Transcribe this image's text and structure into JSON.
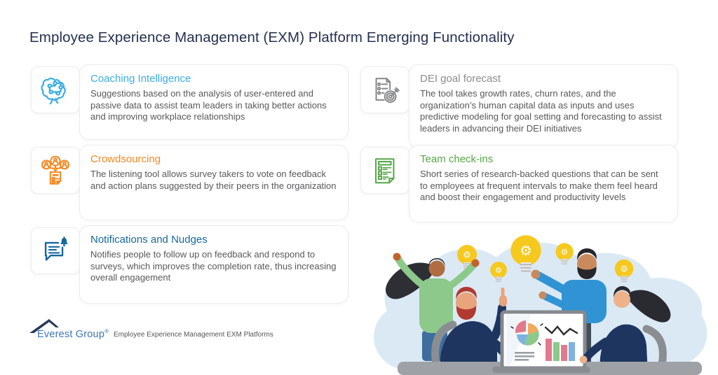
{
  "page": {
    "title": "Employee Experience Management (EXM) Platform Emerging Functionality"
  },
  "cards": [
    {
      "id": "coaching-intelligence",
      "title": "Coaching Intelligence",
      "description": "Suggestions based on the analysis of user-entered and passive data to assist team leaders in taking better actions and improving workplace relationships",
      "accent": "#3AADE4",
      "icon": "brain-circuit-icon"
    },
    {
      "id": "dei-goal-forecast",
      "title": "DEI goal forecast",
      "description": "The tool takes growth rates, churn rates, and the organization’s human capital data as inputs and uses predictive modeling for goal setting and forecasting to assist leaders in advancing their DEI initiatives",
      "accent": "#8A8C8E",
      "icon": "checklist-target-icon"
    },
    {
      "id": "crowdsourcing",
      "title": "Crowdsourcing",
      "description": "The listening tool allows survey takers to vote on feedback and action plans suggested by their peers in the organization",
      "accent": "#F6871F",
      "icon": "crowdsourcing-icon"
    },
    {
      "id": "team-check-ins",
      "title": "Team check-ins",
      "description": "Short series of research-backed questions that can be sent to employees at frequent intervals to make them feel heard and boost their engagement and productivity levels",
      "accent": "#57A649",
      "icon": "checklist-icon"
    },
    {
      "id": "notifications-and-nudges",
      "title": "Notifications and Nudges",
      "description": "Notifies people to follow up on feedback and respond to surveys, which improves the completion rate, thus increasing overall engagement",
      "accent": "#16679E",
      "icon": "chat-bell-icon"
    }
  ],
  "footer": {
    "brand": "Everest Group",
    "registered_mark": "®",
    "caption": "Employee Experience Management EXM Platforms"
  },
  "illustration": {
    "name": "team-collaboration-brainstorm",
    "gear_glyph": "⚙"
  },
  "colors": {
    "title_navy": "#24304F",
    "body_text": "#57585C",
    "bulb_yellow": "#F6C91F",
    "blob_blue": "#DBE9F5",
    "brand_blue": "#3B76B5"
  }
}
